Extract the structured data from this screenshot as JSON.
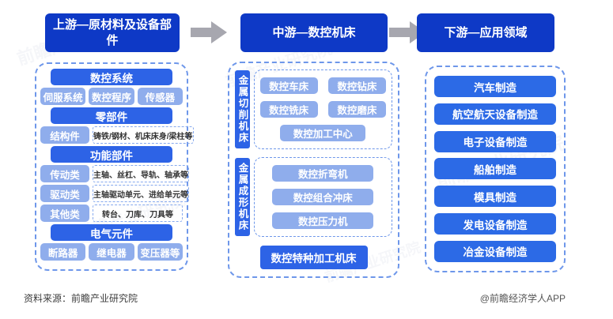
{
  "colors": {
    "header_bg": "#0e39c6",
    "section_bg": "#2d63e6",
    "light_item_bg": "#8fadec",
    "downstream_item_bg": "#2c6ae6",
    "dashed_border": "#6e97ea",
    "arrow": "#a7a7af"
  },
  "watermark": {
    "text": "前瞻产业研究院"
  },
  "columns": {
    "upstream": {
      "header": "上游—原材料及设备部件",
      "sections": [
        {
          "title": "数控系统",
          "items": [
            "伺服系统",
            "数控程序",
            "传感器"
          ]
        },
        {
          "title": "零部件",
          "rows": [
            {
              "label": "结构件",
              "desc": "铸铁/钢材、机床床身/梁柱等"
            }
          ]
        },
        {
          "title": "功能部件",
          "rows": [
            {
              "label": "传动类",
              "desc": "主轴、丝杠、导轨、轴承等"
            },
            {
              "label": "驱动类",
              "desc": "主轴驱动单元、进给单元等"
            },
            {
              "label": "其他类",
              "desc": "转台、刀库、刀具等"
            }
          ]
        },
        {
          "title": "电气元件",
          "items": [
            "断路器",
            "继电器",
            "变压器等"
          ]
        }
      ]
    },
    "midstream": {
      "header": "中游—数控机床",
      "groups": [
        {
          "label": "金属切削机床",
          "items": [
            "数控车床",
            "数控钻床",
            "数控铣床",
            "数控磨床",
            "数控加工中心"
          ]
        },
        {
          "label": "金属成形机床",
          "items": [
            "数控折弯机",
            "数控组合冲床",
            "数控压力机"
          ]
        }
      ],
      "special": "数控特种加工机床"
    },
    "downstream": {
      "header": "下游—应用领域",
      "items": [
        "汽车制造",
        "航空航天设备制造",
        "电子设备制造",
        "船舶制造",
        "模具制造",
        "发电设备制造",
        "冶金设备制造"
      ]
    }
  },
  "footer": {
    "source": "资料来源：前瞻产业研究院",
    "credit": "@前瞻经济学人APP"
  }
}
